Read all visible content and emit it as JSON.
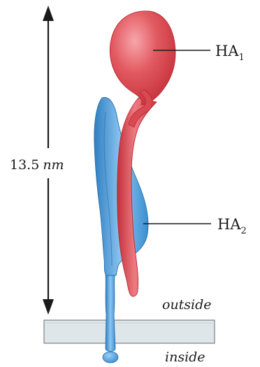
{
  "figure": {
    "measurement": {
      "value": "13.5",
      "unit": "nm"
    },
    "labels": {
      "ha1_base": "HA",
      "ha1_sub": "1",
      "ha2_base": "HA",
      "ha2_sub": "2",
      "outside": "outside",
      "inside": "inside"
    },
    "colors": {
      "ha1_red": "#d9424a",
      "ha1_red_light": "#ee7b82",
      "ha2_blue": "#3c8fd0",
      "ha2_blue_light": "#82bff0",
      "membrane": "#dfe6ea",
      "arrow": "#1a1a1a"
    }
  }
}
